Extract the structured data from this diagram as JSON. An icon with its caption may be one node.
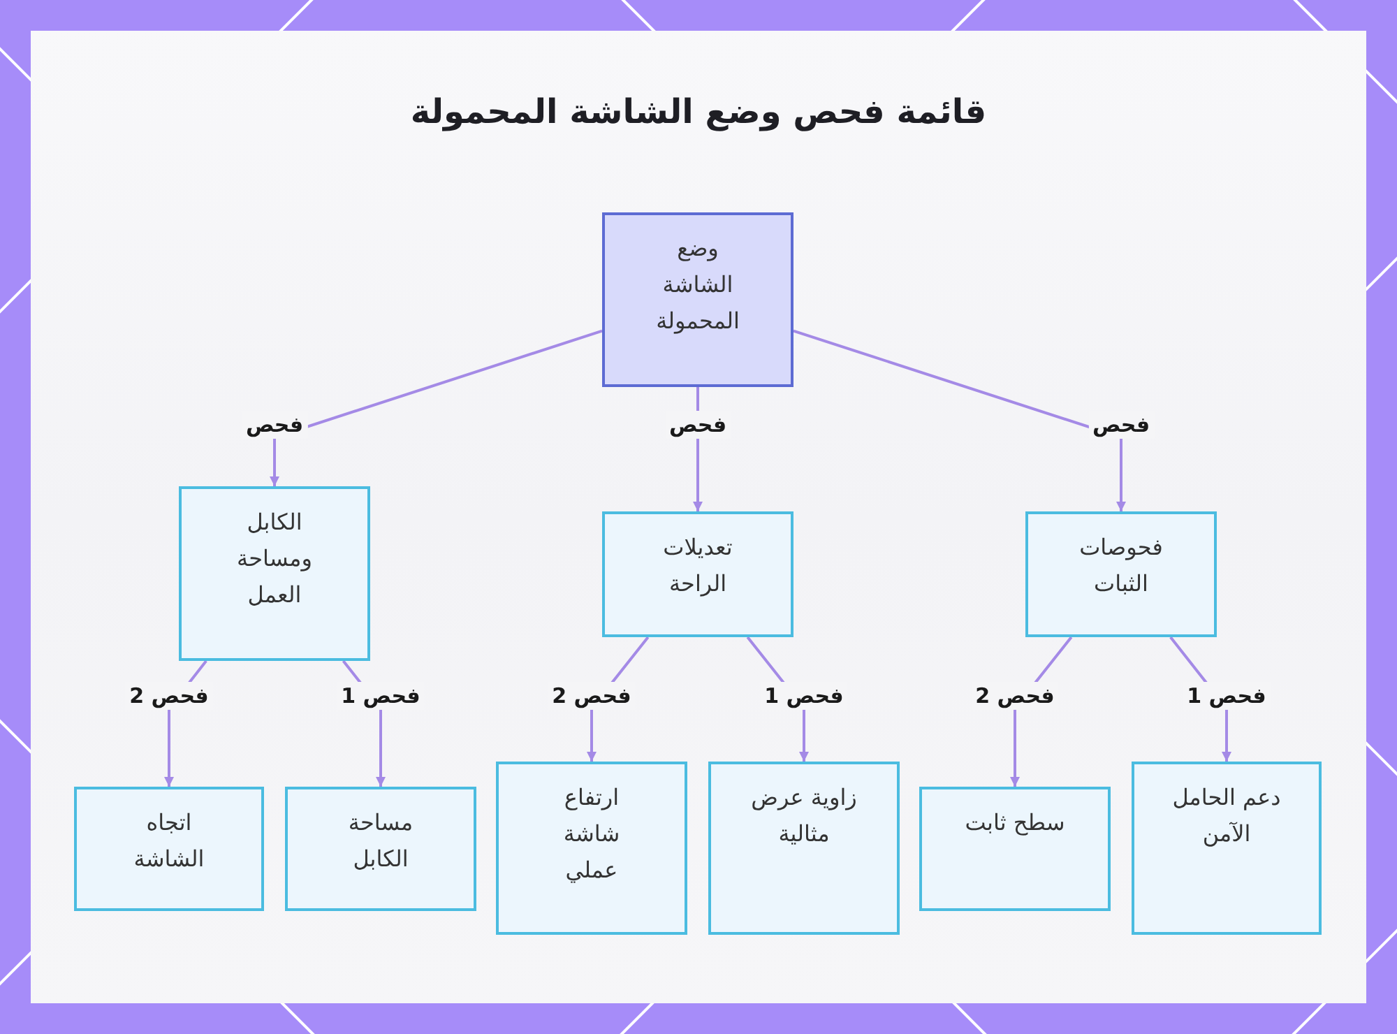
{
  "diagram": {
    "title": "قائمة فحص وضع الشاشة المحمولة",
    "nodes": [
      {
        "text": [
          "وضع الشاشة المحمولة"
        ]
      },
      {
        "text": [
          "فحوصات الثبات"
        ]
      },
      {
        "text": [
          "تعديلات الراحة"
        ]
      },
      {
        "text": [
          "الكابل ومساحة العمل"
        ]
      },
      {
        "text": [
          "دعم الحامل الآمن"
        ]
      },
      {
        "text": [
          "سطح ثابت"
        ]
      },
      {
        "text": [
          "زاوية عرض مثالية"
        ]
      },
      {
        "text": [
          "ارتفاع شاشة عملي"
        ]
      },
      {
        "text": [
          "مساحة الكابل"
        ]
      },
      {
        "text": [
          "اتجاه الشاشة"
        ]
      }
    ],
    "edges": [
      {
        "from": 0,
        "to": 1,
        "arrow": "to",
        "label": "فحص"
      },
      {
        "from": 0,
        "to": 2,
        "arrow": "to",
        "label": "فحص"
      },
      {
        "from": 0,
        "to": 3,
        "arrow": "to",
        "label": "فحص"
      },
      {
        "from": 1,
        "to": 4,
        "arrow": "to",
        "label": "فحص 1"
      },
      {
        "from": 1,
        "to": 5,
        "arrow": "to",
        "label": "فحص 2"
      },
      {
        "from": 2,
        "to": 6,
        "arrow": "to",
        "label": "فحص 1"
      },
      {
        "from": 2,
        "to": 7,
        "arrow": "to",
        "label": "فحص 2"
      },
      {
        "from": 3,
        "to": 8,
        "arrow": "to",
        "label": "فحص 1"
      },
      {
        "from": 3,
        "to": 9,
        "arrow": "to",
        "label": "فحص 2"
      }
    ]
  }
}
